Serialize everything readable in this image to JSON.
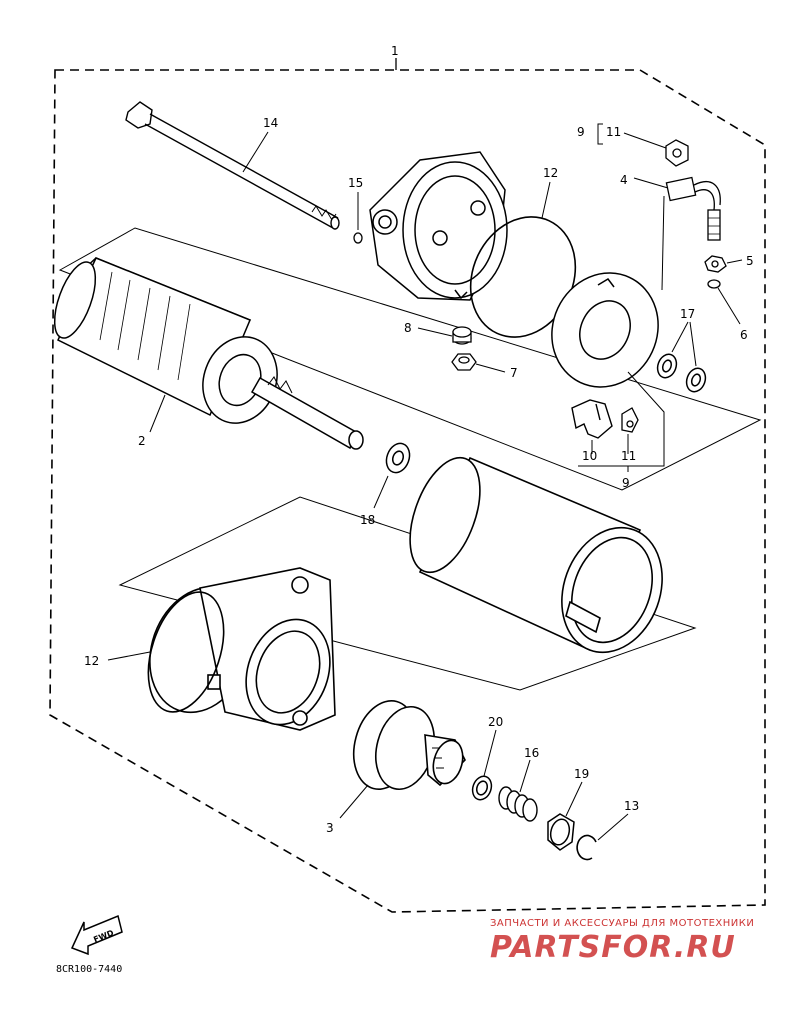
{
  "part_labels": {
    "assembly": "1",
    "armature": "2",
    "front_cover": "3",
    "brush_lead": "4",
    "washer_5": "5",
    "oring_6": "6",
    "nut_7": "7",
    "washer_8": "8",
    "brush_set_top": "9",
    "brush_set_bottom": "9",
    "holder_10": "10",
    "clip_top": "11",
    "clip_bottom": "11",
    "oring_12_top": "12",
    "oring_12_bottom": "12",
    "circlip_13": "13",
    "through_bolt_14": "14",
    "oring_15": "15",
    "spring_16": "16",
    "washer_17": "17",
    "washer_18": "18",
    "collar_19": "19",
    "washer_20": "20"
  },
  "diagram_code": "8CR100-7440",
  "fwd_label": "FWD",
  "watermark": {
    "tagline": "ЗАПЧАСТИ И АКСЕССУАРЫ ДЛЯ МОТОТЕХНИКИ",
    "logo": "PARTSFOR.RU"
  },
  "colors": {
    "line": "#000000",
    "watermark": "#cc3333"
  }
}
